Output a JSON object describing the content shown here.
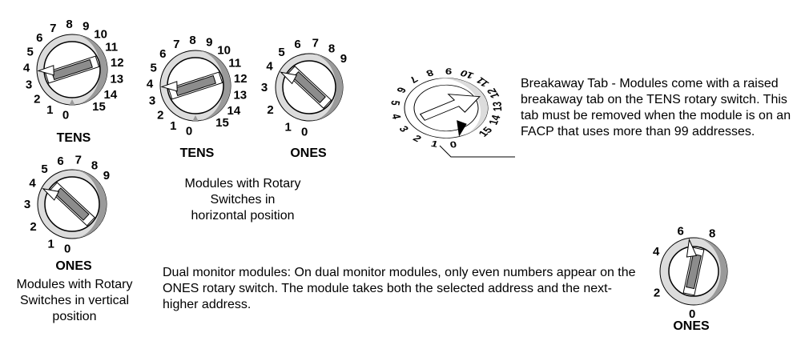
{
  "dial_tens_1": {
    "numbers": [
      "0",
      "1",
      "2",
      "3",
      "4",
      "5",
      "6",
      "7",
      "8",
      "9",
      "10",
      "11",
      "12",
      "13",
      "14",
      "15"
    ],
    "label": "TENS"
  },
  "dial_ones_1": {
    "numbers": [
      "0",
      "1",
      "2",
      "3",
      "4",
      "5",
      "6",
      "7",
      "8",
      "9"
    ],
    "label": "ONES"
  },
  "vertical_caption": "Modules with Rotary Switches in vertical position",
  "dial_tens_2": {
    "numbers": [
      "0",
      "1",
      "2",
      "3",
      "4",
      "5",
      "6",
      "7",
      "8",
      "9",
      "10",
      "11",
      "12",
      "13",
      "14",
      "15"
    ],
    "label": "TENS"
  },
  "dial_ones_2": {
    "numbers": [
      "0",
      "1",
      "2",
      "3",
      "4",
      "5",
      "6",
      "7",
      "8",
      "9"
    ],
    "label": "ONES"
  },
  "horizontal_caption": "Modules with Rotary Switches in horizontal position",
  "breakaway_dial": {
    "numbers": [
      "0",
      "1",
      "2",
      "3",
      "4",
      "5",
      "6",
      "7",
      "8",
      "9",
      "10",
      "11",
      "12",
      "13",
      "14",
      "15"
    ]
  },
  "breakaway_caption": "Breakaway Tab - Modules come with a raised breakaway tab on the TENS rotary switch. This tab must be removed when the module is on an FACP that uses more than 99 addresses.",
  "dual_caption": "Dual monitor modules: On dual monitor modules, only even numbers appear on the ONES rotary switch. The module takes both the selected address and the next-higher address.",
  "dial_dual": {
    "numbers": [
      "0",
      "2",
      "4",
      "6",
      "8"
    ],
    "label": "ONES"
  },
  "colors": {
    "ring": "#dcdcdc",
    "shadow": "#9a9a9a",
    "knob_face": "#ffffff",
    "bar": "#8c8c8c",
    "line": "#000000"
  }
}
